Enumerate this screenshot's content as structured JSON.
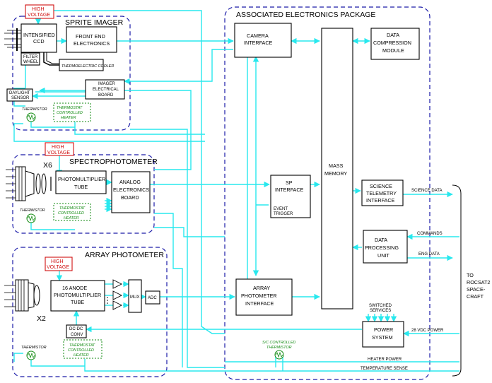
{
  "colors": {
    "signal_line": "#28e8ee",
    "block_outline": "#000000",
    "module_border": "#1a1aa8",
    "high_voltage": "#d01010",
    "heater": "#108a10"
  },
  "sprite": {
    "title": "SPRITE IMAGER",
    "high_voltage": [
      "HIGH",
      "VOLTAGE"
    ],
    "ccd": [
      "INTENSIFIED",
      "CCD"
    ],
    "front_end": [
      "FRONT END",
      "ELECTRONICS"
    ],
    "filter_wheel": [
      "FILTER",
      "WHEEL"
    ],
    "cooler": "THERMOELECTRIC COOLER",
    "imager_board": [
      "IMAGER",
      "ELECTRICAL",
      "BOARD"
    ],
    "daylight": [
      "DAYLIGHT",
      "SENSOR"
    ],
    "thermistor": "THERMISTOR",
    "heater": [
      "THERMOSTAT",
      "CONTROLLED",
      "HEATER"
    ]
  },
  "spectro": {
    "title": "SPECTROPHOTOMETER",
    "high_voltage": [
      "HIGH",
      "VOLTAGE"
    ],
    "multiplier": "X6",
    "tube": [
      "PHOTOMULTIPLIER",
      "TUBE"
    ],
    "analog": [
      "ANALOG",
      "ELECTRONICS",
      "BOARD"
    ],
    "thermistor": "THERMISTOR",
    "heater": [
      "THERMOSTAT",
      "CONTROLLED",
      "HEATER"
    ]
  },
  "array": {
    "title": "ARRAY PHOTOMETER",
    "high_voltage": [
      "HIGH",
      "VOLTAGE"
    ],
    "multiplier": "X2",
    "tube": [
      "16 ANODE",
      "PHOTOMULTIPLIER",
      "TUBE"
    ],
    "mux": "MUX",
    "adc": "ADC",
    "dcdc": [
      "DC-DC",
      "CONV"
    ],
    "thermistor": "THERMISTOR",
    "heater": [
      "THERMOSTAT",
      "CONTROLLED",
      "HEATER"
    ]
  },
  "aep": {
    "title": "ASSOCIATED ELECTRONICS PACKAGE",
    "camera": [
      "CAMERA",
      "INTERFACE"
    ],
    "compression": [
      "DATA",
      "COMPRESSION",
      "MODULE"
    ],
    "mass_memory": [
      "MASS",
      "MEMORY"
    ],
    "sp_interface": [
      "SP",
      "INTERFACE"
    ],
    "event_trigger": [
      "EVENT",
      "TRIGGER"
    ],
    "science_telemetry": [
      "SCIENCE",
      "TELEMETRY",
      "INTERFACE"
    ],
    "data_processing": [
      "DATA",
      "PROCESSING",
      "UNIT"
    ],
    "ap_interface": [
      "ARRAY",
      "PHOTOMETER",
      "INTERFACE"
    ],
    "switched": [
      "SWITCHED",
      "SERVICES"
    ],
    "power_system": [
      "POWER",
      "SYSTEM"
    ],
    "sc_thermistor": [
      "S/C CONTROLLED",
      "THERMISTOR"
    ]
  },
  "signals": {
    "science_data": "SCIENCE DATA",
    "commands": "COMMANDS",
    "eng_data": "ENG DATA",
    "vdc_power": "28 VDC POWER",
    "heater_power": "HEATER POWER",
    "temperature_sense": "TEMPERATURE SENSE"
  },
  "spacecraft": [
    "TO",
    "ROCSAT2",
    "SPACE-",
    "CRAFT"
  ]
}
